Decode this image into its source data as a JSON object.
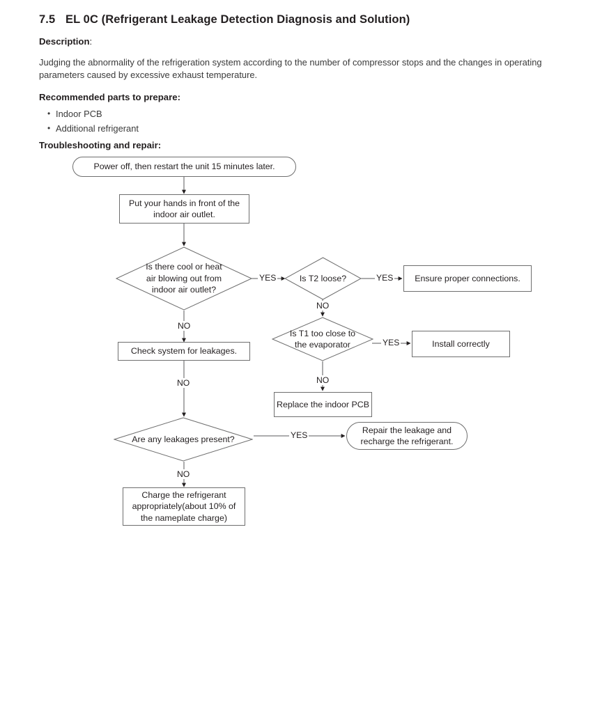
{
  "document": {
    "section_number": "7.5",
    "section_title": "EL 0C (Refrigerant Leakage Detection Diagnosis and Solution)",
    "description_label": "Description",
    "description_colon": ":",
    "description_text": "Judging the abnormality of the refrigeration system according to the number of compressor stops and the changes in operating parameters caused by excessive exhaust temperature.",
    "parts_label": "Recommended parts to prepare:",
    "parts": [
      {
        "bullet": "•",
        "text": "Indoor PCB"
      },
      {
        "bullet": "•",
        "text": "Additional refrigerant"
      }
    ],
    "troubleshooting_label": "Troubleshooting and repair:"
  },
  "flowchart": {
    "nodes": {
      "start": "Power off, then restart the unit 15 minutes later.",
      "hands": "Put your hands in front of the\nindoor air outlet.",
      "q_airflow": "Is there cool or heat\nair blowing out from\nindoor air outlet?",
      "q_t2": "Is T2 loose?",
      "ensure_connections": "Ensure proper connections.",
      "q_t1": "Is T1 too close to\nthe evaporator",
      "install_correctly": "Install correctly",
      "replace_pcb": "Replace the indoor PCB",
      "check_leakages": "Check system for leakages.",
      "q_leakages": "Are any leakages present?",
      "repair_leakage": "Repair the leakage and\nrecharge the refrigerant.",
      "charge_refrigerant": "Charge the refrigerant\nappropriately(about 10% of\nthe nameplate charge)"
    },
    "edge_labels": {
      "airflow_yes": "YES",
      "airflow_no": "NO",
      "t2_yes": "YES",
      "t2_no": "NO",
      "t1_yes": "YES",
      "t1_no": "NO",
      "check_no": "NO",
      "leakages_yes": "YES",
      "leakages_no": "NO"
    },
    "colors": {
      "stroke": "#6e6e6e",
      "connector": "#58595b",
      "text": "#231f20",
      "background": "#ffffff"
    }
  }
}
